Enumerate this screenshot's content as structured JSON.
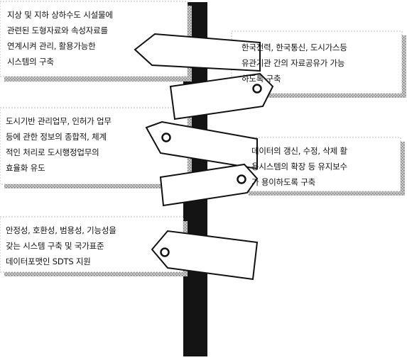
{
  "diagram": {
    "colors": {
      "post": "#141414",
      "sign_fill": "#ffffff",
      "sign_stroke": "#111111",
      "shadow": "#9a9a9a",
      "text": "#111111"
    },
    "notes": [
      {
        "id": "note-1",
        "text": "지상 및 지하 상하수도 시설물에\n관련된 도형자료와 속성자료를\n연계시켜 관리, 활용가능한\n시스템의 구축"
      },
      {
        "id": "note-2",
        "text": "한국전력, 한국통신, 도시가스등\n유관기관 간의 자료공유가 가능\n하도록 구축"
      },
      {
        "id": "note-3",
        "text": "도시기반 관리업무, 인허가 업무\n등에 관한 정보의 종합적, 체계\n적인 처리로 도시행정업무의\n효율화 유도"
      },
      {
        "id": "note-4",
        "text": "데이터의 갱신, 수정, 삭제 활\n용시스템의 확장 등 유지보수\n가 용이하도록 구축"
      },
      {
        "id": "note-5",
        "text": "안정성, 호환성, 범용성, 기능성을\n갖는 시스템 구축 및 국가표준\n데이터포맷인 SDTS 지원"
      }
    ]
  }
}
